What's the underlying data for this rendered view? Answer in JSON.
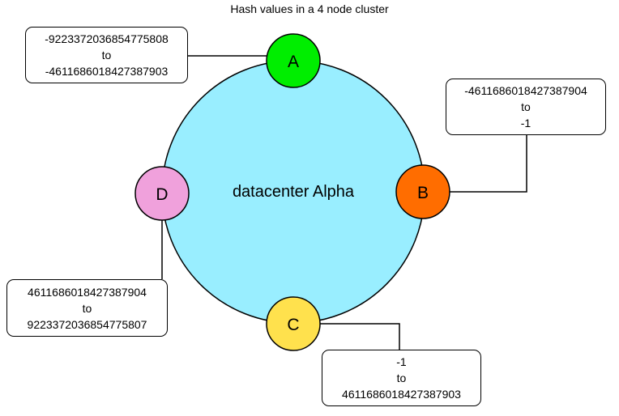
{
  "title": "Hash values in a 4 node cluster",
  "datacenter": {
    "label": "datacenter Alpha",
    "color": "#99EEFF"
  },
  "nodes": [
    {
      "id": "A",
      "label": "A",
      "color": "#00EE00"
    },
    {
      "id": "B",
      "label": "B",
      "color": "#FF6D00"
    },
    {
      "id": "C",
      "label": "C",
      "color": "#FFE14D"
    },
    {
      "id": "D",
      "label": "D",
      "color": "#F0A1DC"
    }
  ],
  "ranges": {
    "A": {
      "from": "-9223372036854775808",
      "to_word": "to",
      "to": "-4611686018427387903"
    },
    "B": {
      "from": "-4611686018427387904",
      "to_word": "to",
      "to": "-1"
    },
    "C": {
      "from": "-1",
      "to_word": "to",
      "to": "4611686018427387903"
    },
    "D": {
      "from": "4611686018427387904",
      "to_word": "to",
      "to": "9223372036854775807"
    }
  }
}
